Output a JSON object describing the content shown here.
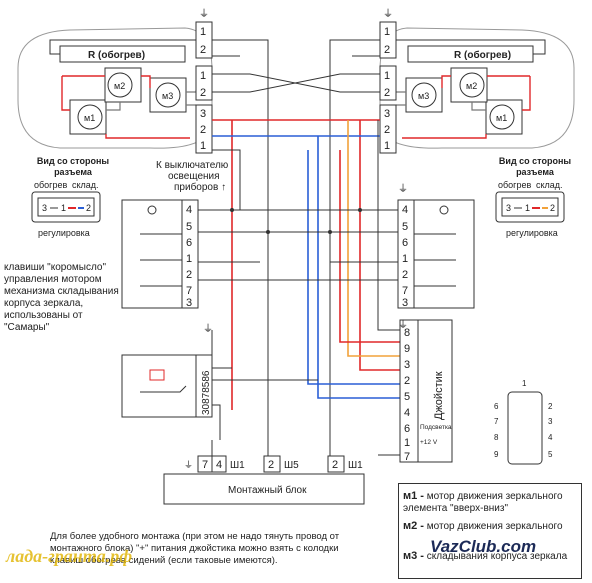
{
  "title": "",
  "labels": {
    "r_heater_left": "R (обогрев)",
    "r_heater_right": "R (обогрев)",
    "m1": "м1",
    "m2": "м2",
    "m3": "м3",
    "connector_view": "Вид со стороны разъема",
    "heating": "обогрев",
    "folding": "склад.",
    "adjust": "регулировка",
    "pin_3": "3",
    "pin_1": "1",
    "pin_2": "2",
    "to_switch": "К выключателю освещения приборов",
    "rocker_note": "клавиши \"коромысло\" управления мотором механизма складывания корпуса зеркала, использованы от \"Самары\"",
    "relay_pins": "30878586",
    "joystick": "Джойстик",
    "backlight": "Подсветка",
    "plus12": "+12 V",
    "sh1": "Ш1",
    "sh5": "Ш5",
    "mount_block": "Монтажный блок",
    "bottom_note": "Для более удобного монтажа (при этом не надо тянуть провод от монтажного блока) \"+\" питания джойстика можно взять с колодки клавиш обогрева сидений (если таковые имеются)."
  },
  "legend": [
    {
      "key": "м1 -",
      "text": "мотор движения зеркального элемента \"вверх-вниз\""
    },
    {
      "key": "м2 -",
      "text": "мотор движения зеркального"
    },
    {
      "key": "м3 -",
      "text": "складывания корпуса зеркала"
    }
  ],
  "logo": "VazClub.com",
  "watermark": "лада-гранта.рф",
  "colors": {
    "red": "#e0282a",
    "blue": "#2a5fd6",
    "orange": "#f2a23a",
    "line": "#333333"
  }
}
